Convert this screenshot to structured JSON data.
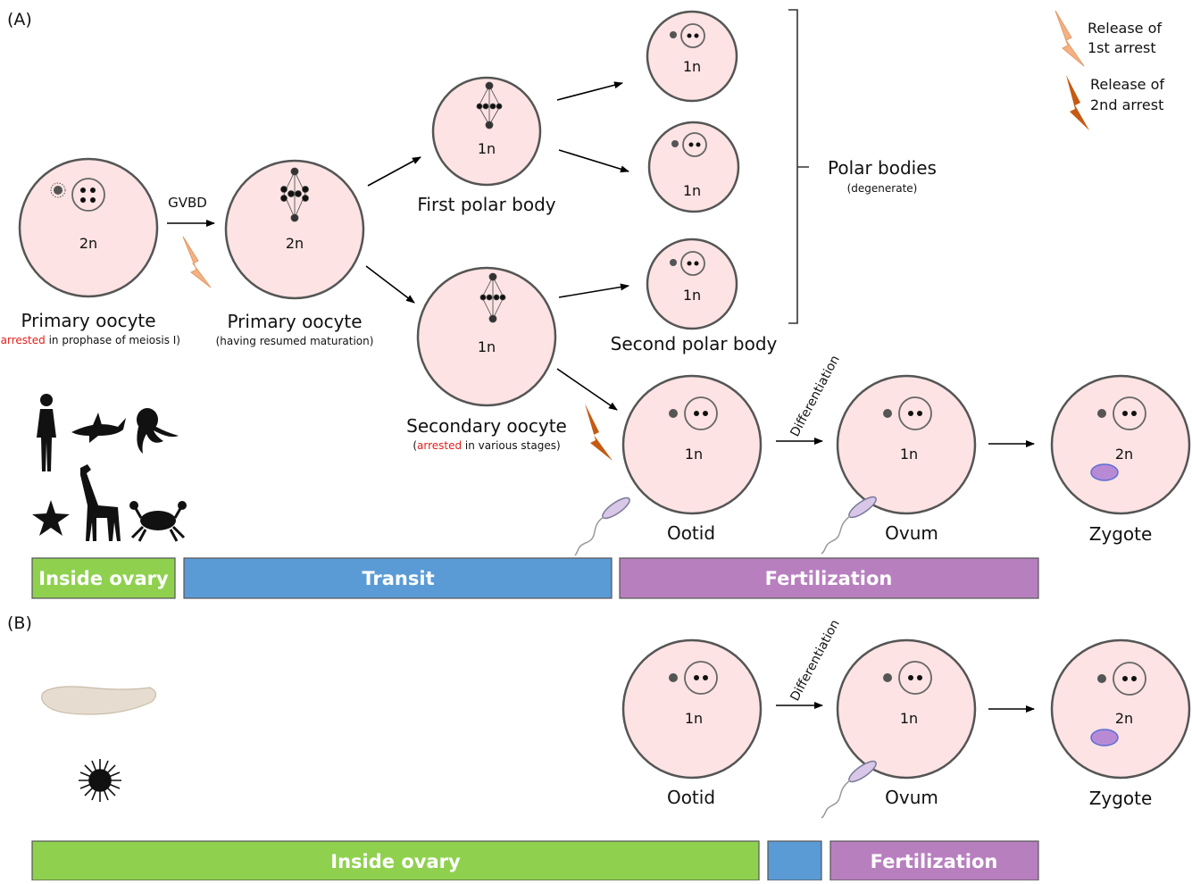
{
  "panel_a": {
    "label": "(A)",
    "cells": {
      "primary1": {
        "ploidy": "2n",
        "label": "Primary oocyte",
        "sub_red": "arrested",
        "sub_rest": " in prophase of meiosis I)",
        "sub_open": "("
      },
      "primary2": {
        "ploidy": "2n",
        "label": "Primary oocyte",
        "sub": "(having resumed maturation)"
      },
      "first_polar": {
        "ploidy": "1n",
        "label": "First polar body"
      },
      "secondary": {
        "ploidy": "1n",
        "label": "Secondary oocyte",
        "sub_open": "(",
        "sub_red": "arrested",
        "sub_rest": " in various stages)"
      },
      "pb1": {
        "ploidy": "1n"
      },
      "pb2": {
        "ploidy": "1n"
      },
      "pb3": {
        "ploidy": "1n"
      },
      "ootid": {
        "ploidy": "1n",
        "label": "Ootid"
      },
      "ovum": {
        "ploidy": "1n",
        "label": "Ovum"
      },
      "zygote": {
        "ploidy": "2n",
        "label": "Zygote"
      }
    },
    "gvbd": "GVBD",
    "second_polar_label": "Second polar body",
    "polar_bodies": "Polar bodies",
    "polar_bodies_sub": "(degenerate)",
    "differentiation": "Differentiation",
    "bars": {
      "inside": "Inside ovary",
      "transit": "Transit",
      "fert": "Fertilization"
    }
  },
  "legend": {
    "first": [
      "Release of",
      "1st arrest"
    ],
    "second": [
      "Release of",
      "2nd arrest"
    ]
  },
  "panel_b": {
    "label": "(B)",
    "ootid": {
      "ploidy": "1n",
      "label": "Ootid"
    },
    "ovum": {
      "ploidy": "1n",
      "label": "Ovum"
    },
    "zygote": {
      "ploidy": "2n",
      "label": "Zygote"
    },
    "differentiation": "Differentiation",
    "bars": {
      "inside": "Inside ovary",
      "fert": "Fertilization"
    }
  },
  "colors": {
    "cell": "#fde3e3",
    "red_text": "#e0201b",
    "green": "#8fd14f",
    "blue": "#5b9bd5",
    "purple": "#b87fbf",
    "bolt_light": "#f4b183",
    "bolt_dark": "#c55a11",
    "zygote_nucleus": "#b88ad6"
  }
}
